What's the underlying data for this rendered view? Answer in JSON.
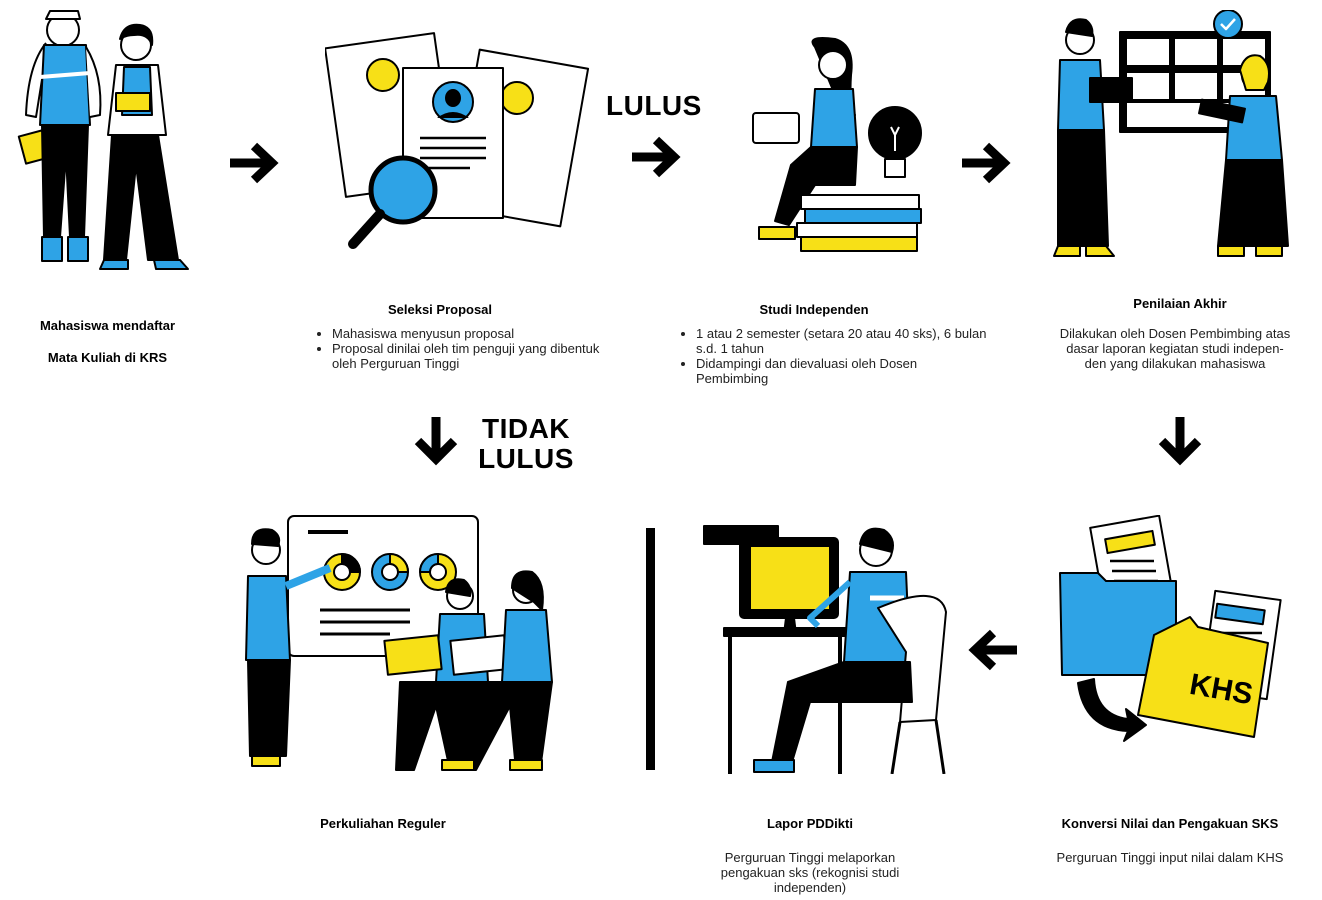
{
  "colors": {
    "blue": "#2ea3e6",
    "yellow": "#f7e017",
    "ink": "#000000"
  },
  "labels": {
    "lulus": "LULUS",
    "tidak": "TIDAK",
    "tidak_lulus_2": "LULUS"
  },
  "steps": {
    "daftar": {
      "title_1": "Mahasiswa mendaftar",
      "title_2": "Mata Kuliah di KRS"
    },
    "seleksi": {
      "title": "Seleksi Proposal",
      "bullets": [
        "Mahasiswa menyusun proposal",
        "Proposal dinilai oleh tim penguji yang dibentuk oleh Perguruan Tinggi"
      ]
    },
    "studi": {
      "title": "Studi Independen",
      "bullets": [
        "1 atau 2 semester (setara 20 atau 40 sks), 6 bulan s.d. 1 tahun",
        "Didampingi dan dievaluasi oleh Dosen Pembimbing"
      ]
    },
    "penilaian": {
      "title": "Penilaian Akhir",
      "desc": "Dilakukan oleh Dosen Pembimbing atas\ndasar laporan kegiatan studi indepen-\nden yang dilakukan mahasiswa"
    },
    "reguler": {
      "title": "Perkuliahan Reguler"
    },
    "lapor": {
      "title": "Lapor PDDikti",
      "desc": "Perguruan Tinggi melaporkan\npengakuan sks (rekognisi studi\nindependen)"
    },
    "konversi": {
      "title": "Konversi Nilai dan Pengakuan SKS",
      "desc": "Perguruan Tinggi input nilai dalam KHS",
      "folder_label": "KHS"
    }
  }
}
